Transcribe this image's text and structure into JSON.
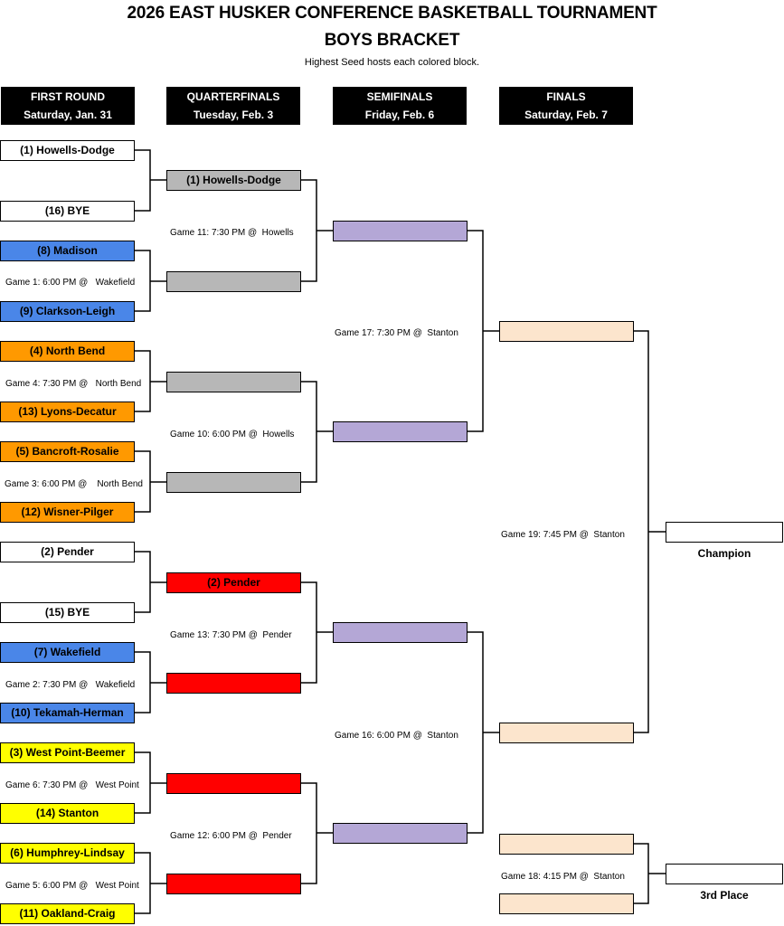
{
  "title_line1": "2026 EAST HUSKER CONFERENCE BASKETBALL TOURNAMENT",
  "title_line2": "BOYS BRACKET",
  "subtitle": "Highest Seed hosts each colored block.",
  "colors": {
    "white": "#ffffff",
    "blue": "#4a86e8",
    "orange": "#ff9900",
    "yellow": "#ffff00",
    "gray": "#b7b7b7",
    "red": "#ff0000",
    "purple": "#b4a7d6",
    "peach": "#fce5cd"
  },
  "headers": [
    {
      "line1": "FIRST ROUND",
      "line2": "Saturday, Jan. 31"
    },
    {
      "line1": "QUARTERFINALS",
      "line2": "Tuesday, Feb. 3"
    },
    {
      "line1": "SEMIFINALS",
      "line2": "Friday, Feb. 6"
    },
    {
      "line1": "FINALS",
      "line2": "Saturday, Feb. 7"
    }
  ],
  "first_round": [
    {
      "team": "(1) Howells-Dodge",
      "color": "#ffffff"
    },
    {
      "team": "(16) BYE",
      "color": "#ffffff"
    },
    {
      "team": "(8) Madison",
      "color": "#4a86e8"
    },
    {
      "team": "(9) Clarkson-Leigh",
      "color": "#4a86e8"
    },
    {
      "team": "(4) North Bend",
      "color": "#ff9900"
    },
    {
      "team": "(13) Lyons-Decatur",
      "color": "#ff9900"
    },
    {
      "team": "(5) Bancroft-Rosalie",
      "color": "#ff9900"
    },
    {
      "team": "(12) Wisner-Pilger",
      "color": "#ff9900"
    },
    {
      "team": "(2) Pender",
      "color": "#ffffff"
    },
    {
      "team": "(15) BYE",
      "color": "#ffffff"
    },
    {
      "team": "(7) Wakefield",
      "color": "#4a86e8"
    },
    {
      "team": "(10) Tekamah-Herman",
      "color": "#4a86e8"
    },
    {
      "team": "(3) West Point-Beemer",
      "color": "#ffff00"
    },
    {
      "team": "(14) Stanton",
      "color": "#ffff00"
    },
    {
      "team": "(6) Humphrey-Lindsay",
      "color": "#ffff00"
    },
    {
      "team": "(11) Oakland-Craig",
      "color": "#ffff00"
    }
  ],
  "quarterfinals": [
    {
      "team": "(1) Howells-Dodge",
      "color": "#b7b7b7"
    },
    {
      "team": "",
      "color": "#b7b7b7"
    },
    {
      "team": "",
      "color": "#b7b7b7"
    },
    {
      "team": "",
      "color": "#b7b7b7"
    },
    {
      "team": "(2) Pender",
      "color": "#ff0000"
    },
    {
      "team": "",
      "color": "#ff0000"
    },
    {
      "team": "",
      "color": "#ff0000"
    },
    {
      "team": "",
      "color": "#ff0000"
    }
  ],
  "semifinals": [
    {
      "team": "",
      "color": "#b4a7d6"
    },
    {
      "team": "",
      "color": "#b4a7d6"
    },
    {
      "team": "",
      "color": "#b4a7d6"
    },
    {
      "team": "",
      "color": "#b4a7d6"
    }
  ],
  "finals": [
    {
      "team": "",
      "color": "#fce5cd"
    },
    {
      "team": "",
      "color": "#fce5cd"
    },
    {
      "team": "",
      "color": "#fce5cd"
    },
    {
      "team": "",
      "color": "#fce5cd"
    }
  ],
  "results": [
    {
      "team": "",
      "label": "Champion"
    },
    {
      "team": "",
      "label": "3rd Place"
    }
  ],
  "games": {
    "g1": "Game 1: 6:00 PM @   Wakefield",
    "g4": "Game 4: 7:30 PM @   North Bend",
    "g3": "Game 3: 6:00 PM @    North Bend",
    "g2": "Game 2: 7:30 PM @   Wakefield",
    "g6": "Game 6: 7:30 PM @   West Point",
    "g5": "Game 5: 6:00 PM @   West Point",
    "g11": "Game 11: 7:30 PM @  Howells",
    "g10": "Game 10: 6:00 PM @  Howells",
    "g13": "Game 13: 7:30 PM @  Pender",
    "g12": "Game 12: 6:00 PM @  Pender",
    "g17": "Game 17: 7:30 PM @  Stanton",
    "g16": "Game 16: 6:00 PM @  Stanton",
    "g19": "Game 19: 7:45 PM @  Stanton",
    "g18": "Game 18: 4:15 PM @  Stanton"
  }
}
